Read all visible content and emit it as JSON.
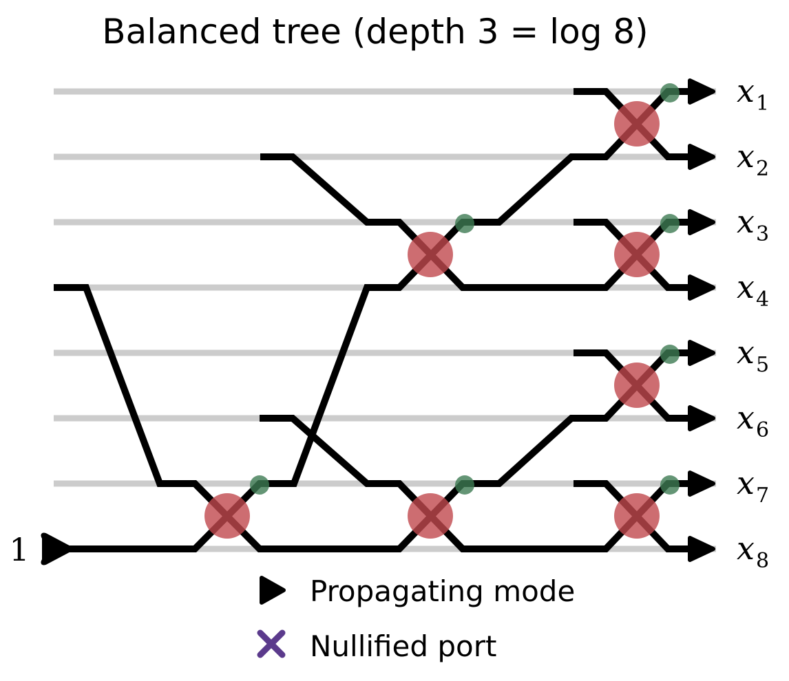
{
  "title": "Balanced tree (depth 3 = log 8)",
  "input_label": "1",
  "outputs": [
    {
      "var": "x",
      "sub": "1"
    },
    {
      "var": "x",
      "sub": "2"
    },
    {
      "var": "x",
      "sub": "3"
    },
    {
      "var": "x",
      "sub": "4"
    },
    {
      "var": "x",
      "sub": "5"
    },
    {
      "var": "x",
      "sub": "6"
    },
    {
      "var": "x",
      "sub": "7"
    },
    {
      "var": "x",
      "sub": "8"
    }
  ],
  "mode_count": 8,
  "tree_depth": 3,
  "splitters": [
    {
      "level": 1,
      "between_modes": [
        7,
        8
      ]
    },
    {
      "level": 2,
      "between_modes": [
        3,
        4
      ]
    },
    {
      "level": 2,
      "between_modes": [
        7,
        8
      ]
    },
    {
      "level": 3,
      "between_modes": [
        1,
        2
      ]
    },
    {
      "level": 3,
      "between_modes": [
        3,
        4
      ]
    },
    {
      "level": 3,
      "between_modes": [
        5,
        6
      ]
    },
    {
      "level": 3,
      "between_modes": [
        7,
        8
      ]
    }
  ],
  "legend": {
    "items": [
      {
        "icon": "triangle-arrow-icon",
        "label": "Propagating mode"
      },
      {
        "icon": "x-mark-icon",
        "label": "Nullified port"
      }
    ]
  },
  "colors": {
    "rail": "#cccccc",
    "wire": "#000000",
    "splitter": "#c0484e",
    "port_dot": "#3d7a52",
    "nullified_x": "#5b3a8c"
  }
}
